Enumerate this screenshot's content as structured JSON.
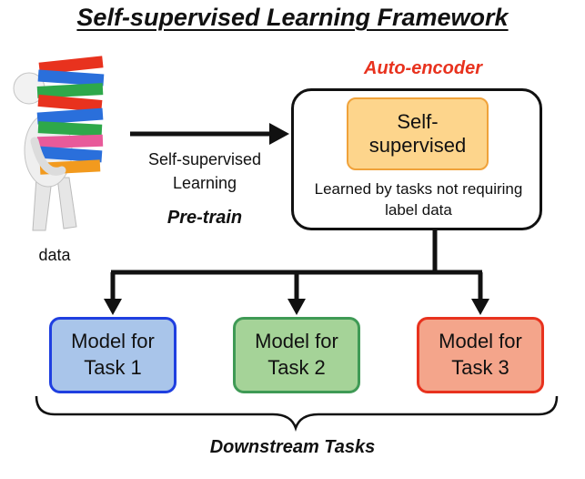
{
  "title": "Self-supervised Learning Framework",
  "autoencoder": {
    "label": "Auto-encoder",
    "inner_box": "Self-supervised",
    "note": "Learned by tasks not requiring label data"
  },
  "input": {
    "data_label": "data",
    "arrow_label": "Self-supervised Learning",
    "stage_label": "Pre-train"
  },
  "tasks": [
    {
      "label": "Model for Task 1"
    },
    {
      "label": "Model for Task 2"
    },
    {
      "label": "Model for Task 3"
    }
  ],
  "downstream_label": "Downstream Tasks",
  "colors": {
    "accent_red": "#e8321e",
    "selfsup_fill": "#fdd58c",
    "selfsup_border": "#f0a23a",
    "task1_fill": "#a9c5ea",
    "task1_border": "#1f3fe0",
    "task2_fill": "#a5d398",
    "task2_border": "#3f9a55",
    "task3_fill": "#f4a58b",
    "task3_border": "#e8321e"
  },
  "icons": [
    "person-carrying-binders-icon",
    "arrow-right-icon",
    "arrow-down-icon",
    "curly-brace-icon"
  ]
}
